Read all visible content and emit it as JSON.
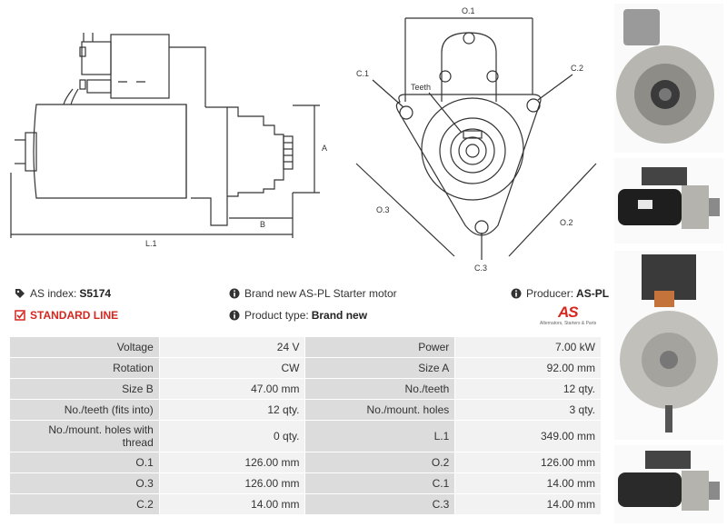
{
  "drawing": {
    "labels": {
      "A": "A",
      "B": "B",
      "L1": "L.1",
      "O1": "O.1",
      "O2": "O.2",
      "O3": "O.3",
      "C1": "C.1",
      "C2": "C.2",
      "C3": "C.3",
      "teeth": "Teeth"
    }
  },
  "info": {
    "as_index_label": "AS index:",
    "as_index_value": "S5174",
    "line": "STANDARD LINE",
    "desc": "Brand new AS-PL Starter motor",
    "product_type_label": "Product type:",
    "product_type_value": "Brand new",
    "producer_label": "Producer:",
    "producer_value": "AS-PL"
  },
  "logo": {
    "mark": "AS",
    "sub": "Alternators, Starters & Parts"
  },
  "specs": [
    {
      "k1": "Voltage",
      "v1": "24 V",
      "k2": "Power",
      "v2": "7.00 kW"
    },
    {
      "k1": "Rotation",
      "v1": "CW",
      "k2": "Size A",
      "v2": "92.00 mm"
    },
    {
      "k1": "Size B",
      "v1": "47.00 mm",
      "k2": "No./teeth",
      "v2": "12 qty."
    },
    {
      "k1": "No./teeth (fits into)",
      "v1": "12 qty.",
      "k2": "No./mount. holes",
      "v2": "3 qty."
    },
    {
      "k1": "No./mount. holes with thread",
      "v1": "0 qty.",
      "k2": "L.1",
      "v2": "349.00 mm"
    },
    {
      "k1": "O.1",
      "v1": "126.00 mm",
      "k2": "O.2",
      "v2": "126.00 mm"
    },
    {
      "k1": "O.3",
      "v1": "126.00 mm",
      "k2": "C.1",
      "v2": "14.00 mm"
    },
    {
      "k1": "C.2",
      "v1": "14.00 mm",
      "k2": "C.3",
      "v2": "14.00 mm"
    }
  ],
  "colors": {
    "accent_red": "#d6271f",
    "key_cell": "#dcdcdc",
    "value_cell": "#f2f2f2"
  }
}
